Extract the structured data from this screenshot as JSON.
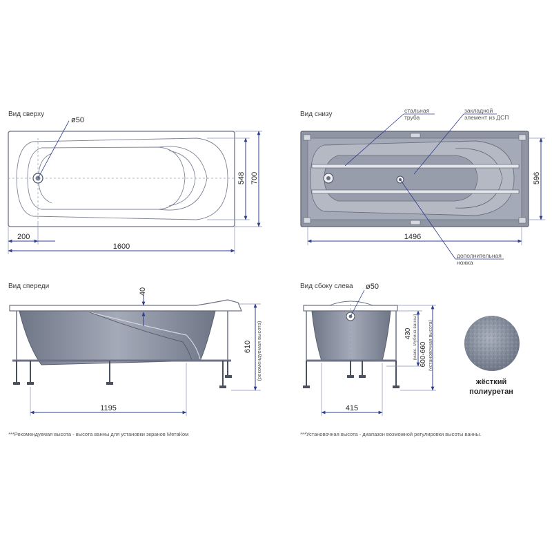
{
  "views": {
    "top": {
      "title": "Вид сверху",
      "drain_label": "ø50",
      "dim_length": "1600",
      "dim_offset": "200",
      "dim_inner_width": "548",
      "dim_width": "700"
    },
    "bottom": {
      "title": "Вид снизу",
      "label_pipe": "стальная\nтруба",
      "label_insert": "закладной\nэлемент из ДСП",
      "label_leg": "дополнительная\nножка",
      "dim_length": "1496",
      "dim_width": "596"
    },
    "front": {
      "title": "Вид спереди",
      "dim_depth": "40",
      "dim_height": "610",
      "dim_height_note": "(рекомендуемая высота)",
      "dim_legs": "1195"
    },
    "side": {
      "title": "Вид сбоку слева",
      "drain_label": "ø50",
      "dim_depth": "430",
      "dim_depth_note": "(макс. глубина ванны)",
      "dim_height": "600-660",
      "dim_height_note": "(установочная высота)",
      "dim_width": "415"
    }
  },
  "material": {
    "line1": "жёсткий",
    "line2": "полиуретан"
  },
  "footnotes": {
    "left": "***Рекомендуемая высота - высота ванны для установки экранов МетаКом",
    "right": "***Установочная высота - диапазон возможной регулировки высоты ванны."
  }
}
